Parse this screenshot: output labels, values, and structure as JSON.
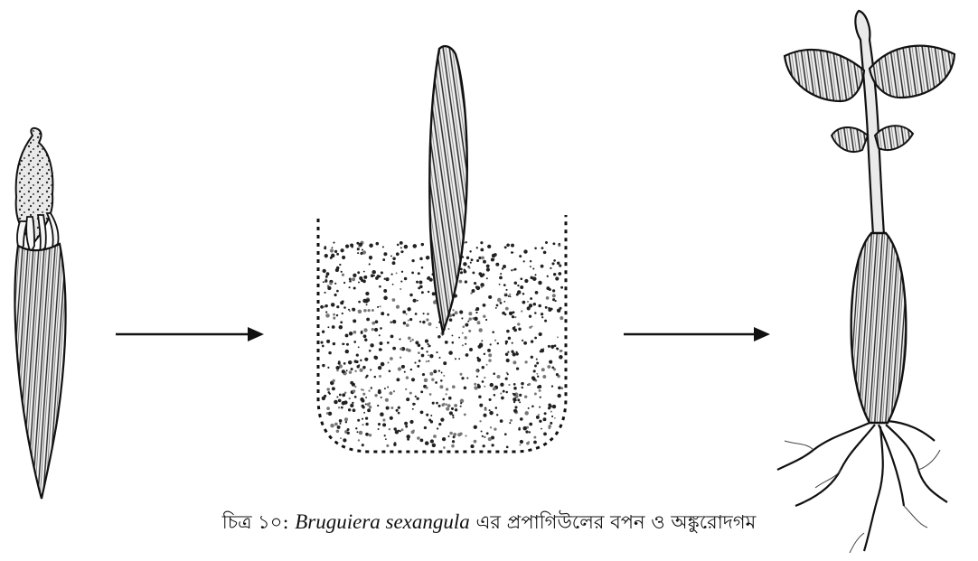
{
  "figure": {
    "stages": [
      {
        "icon": "propagule-icon"
      },
      {
        "icon": "planted-propagule-in-soil-icon"
      },
      {
        "icon": "seedling-icon"
      }
    ],
    "arrows": [
      "arrow-right-icon",
      "arrow-right-icon"
    ],
    "colors": {
      "ink": "#111111",
      "background": "#ffffff"
    }
  },
  "caption": {
    "prefix": "চিত্র ১০: ",
    "species": "Bruguiera sexangula",
    "suffix": " এর প্রপাগিউলের বপন ও অঙ্কুরোদগম"
  }
}
